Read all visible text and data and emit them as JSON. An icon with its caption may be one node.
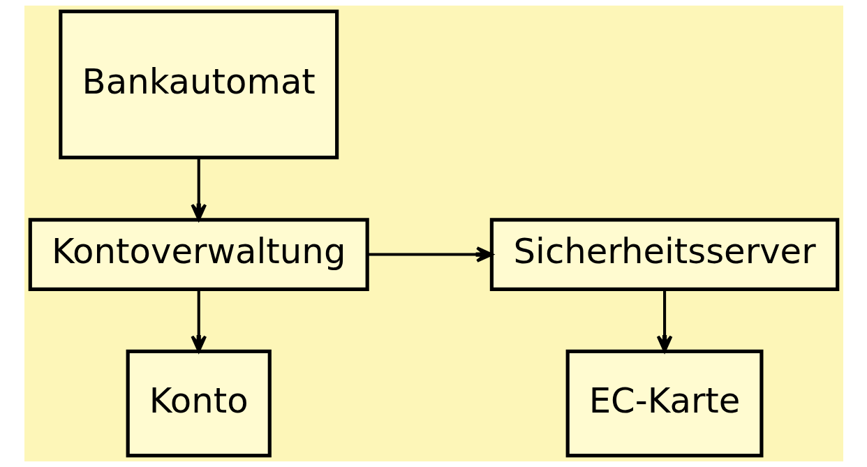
{
  "diagram": {
    "nodes": [
      {
        "text": [
          "Bankautomat"
        ]
      },
      {
        "text": [
          "Kontoverwaltung"
        ]
      },
      {
        "text": [
          "Sicherheitsserver"
        ]
      },
      {
        "text": [
          "Konto"
        ]
      },
      {
        "text": [
          "EC-Karte"
        ]
      }
    ],
    "edges": [
      {
        "from": 0,
        "to": 1,
        "arrow": "to"
      },
      {
        "from": 1,
        "to": 2,
        "arrow": "to"
      },
      {
        "from": 1,
        "to": 3,
        "arrow": "to"
      },
      {
        "from": 2,
        "to": 4,
        "arrow": "to"
      }
    ]
  }
}
